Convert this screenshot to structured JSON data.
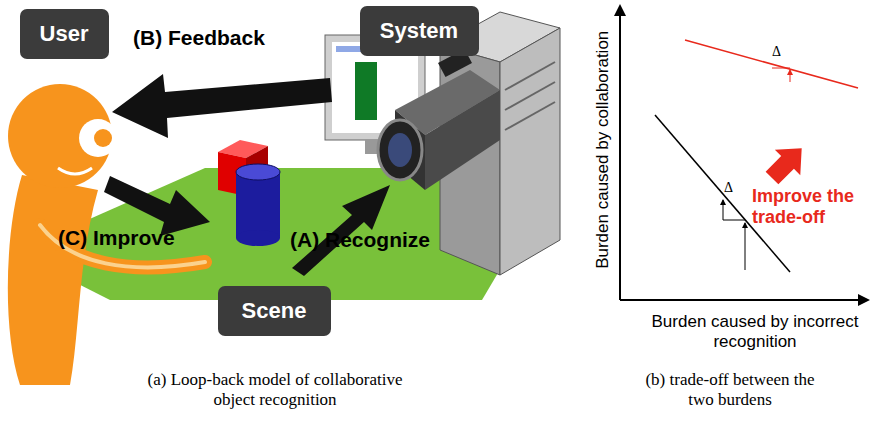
{
  "diagram": {
    "nodes": [
      {
        "text": [
          "User"
        ]
      },
      {
        "text": [
          "System"
        ]
      },
      {
        "text": [
          "Scene"
        ]
      }
    ],
    "labels": [
      "(B) Feedback",
      "(C) Improve",
      "(A) Recognize",
      "Burden caused by collaboration",
      "Burden caused by incorrect recognition",
      "Improve the trade-off",
      "Δ",
      "Δ",
      "(a) Loop-back model of collaborative object recognition",
      "(b) trade-off between the two burdens"
    ]
  }
}
